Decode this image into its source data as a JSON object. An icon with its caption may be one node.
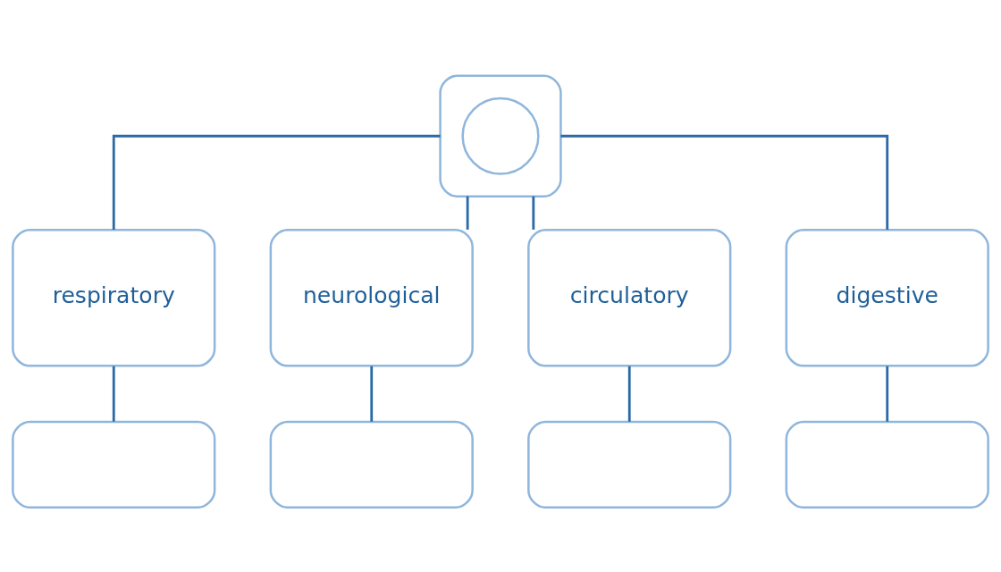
{
  "diagram": {
    "nodes": [
      {
        "text": [],
        "shape": "box"
      },
      {
        "text": [],
        "shape": "circle",
        "in": 0
      },
      {
        "text": [
          "respiratory"
        ]
      },
      {
        "text": [
          "neurological"
        ]
      },
      {
        "text": [
          "circulatory"
        ]
      },
      {
        "text": [
          "digestive"
        ]
      },
      {
        "text": [],
        "shape": "box"
      },
      {
        "text": [],
        "shape": "box"
      },
      {
        "text": [],
        "shape": "box"
      },
      {
        "text": [],
        "shape": "box"
      }
    ],
    "edges": [
      {
        "from": 0,
        "to": 2,
        "arrow": "none"
      },
      {
        "from": 0,
        "to": 3,
        "arrow": "none"
      },
      {
        "from": 0,
        "to": 4,
        "arrow": "none"
      },
      {
        "from": 0,
        "to": 5,
        "arrow": "none"
      },
      {
        "from": 2,
        "to": 6,
        "arrow": "none"
      },
      {
        "from": 3,
        "to": 7,
        "arrow": "none"
      },
      {
        "from": 4,
        "to": 8,
        "arrow": "none"
      },
      {
        "from": 5,
        "to": 9,
        "arrow": "none"
      }
    ]
  }
}
